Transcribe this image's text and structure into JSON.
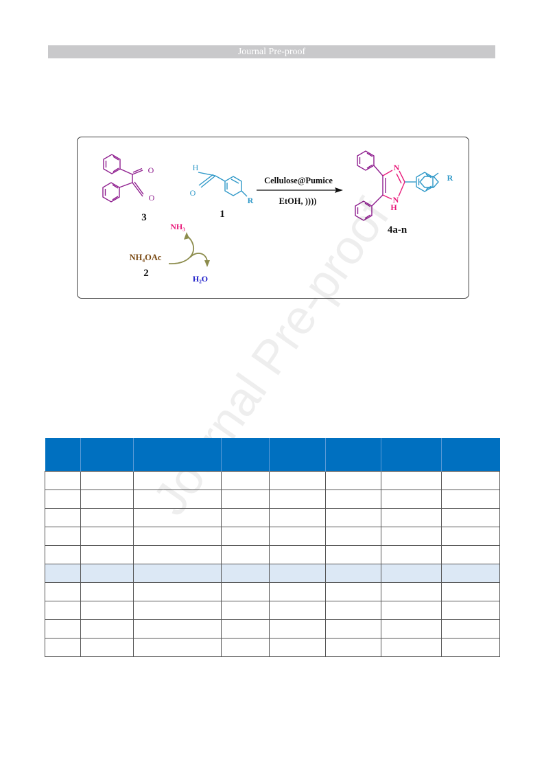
{
  "header": {
    "banner_text": "Journal Pre-proof"
  },
  "watermark": {
    "text": "Journal Pre-proof"
  },
  "scheme": {
    "labels": {
      "benzil_number": "3",
      "aldehyde_number": "1",
      "ammonium_number": "2",
      "product_number": "4a-n",
      "aldehyde_h": "H",
      "aldehyde_o": "O",
      "substituent_r1": "R",
      "substituent_r2": "R",
      "benzil_o1": "O",
      "benzil_o2": "O",
      "imidazole_n": "N",
      "imidazole_nh_n": "N",
      "imidazole_nh_h": "H",
      "nh4oac": "NH₄OAc",
      "nh3": "NH₃",
      "h2o": "H₂O"
    },
    "conditions": {
      "catalyst": "Cellulose@Pumice",
      "solvent": "EtOH, ))))"
    },
    "colors": {
      "benzil": "#8e1d8e",
      "aldehyde": "#2e98c8",
      "imidazole": "#e8197a",
      "ammonium": "#7a4a14",
      "ammonia": "#e8197a",
      "water": "#1a1ac8",
      "curved_arrow": "#8c8c4c"
    }
  },
  "table": {
    "header_color": "#0070c0",
    "highlight_color": "#dce8f5",
    "column_count": 8,
    "row_count": 10,
    "highlighted_row": 6
  }
}
